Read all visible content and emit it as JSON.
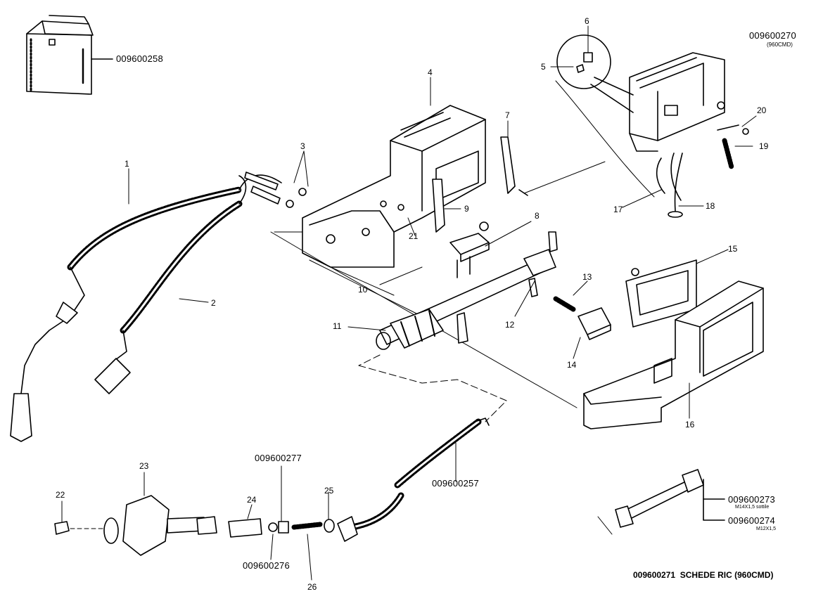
{
  "part_numbers": [
    "1",
    "2",
    "3",
    "4",
    "5",
    "6",
    "7",
    "8",
    "9",
    "10",
    "11",
    "12",
    "13",
    "14",
    "15",
    "16",
    "17",
    "18",
    "19",
    "20",
    "21",
    "22",
    "23",
    "24",
    "25",
    "26"
  ],
  "codes": {
    "c258": "009600258",
    "c270": "009600270",
    "c270_sub": "(960CMD)",
    "c277": "009600277",
    "c276": "009600276",
    "c257": "009600257",
    "c273": "009600273",
    "c273_sub": "M14X1,5 sottile",
    "c274": "009600274",
    "c274_sub": "M12X1,5"
  },
  "footer": {
    "code": "009600271",
    "title": "SCHEDE RIC (960CMD)"
  },
  "colors": {
    "ink": "#000000",
    "paper": "#ffffff"
  }
}
